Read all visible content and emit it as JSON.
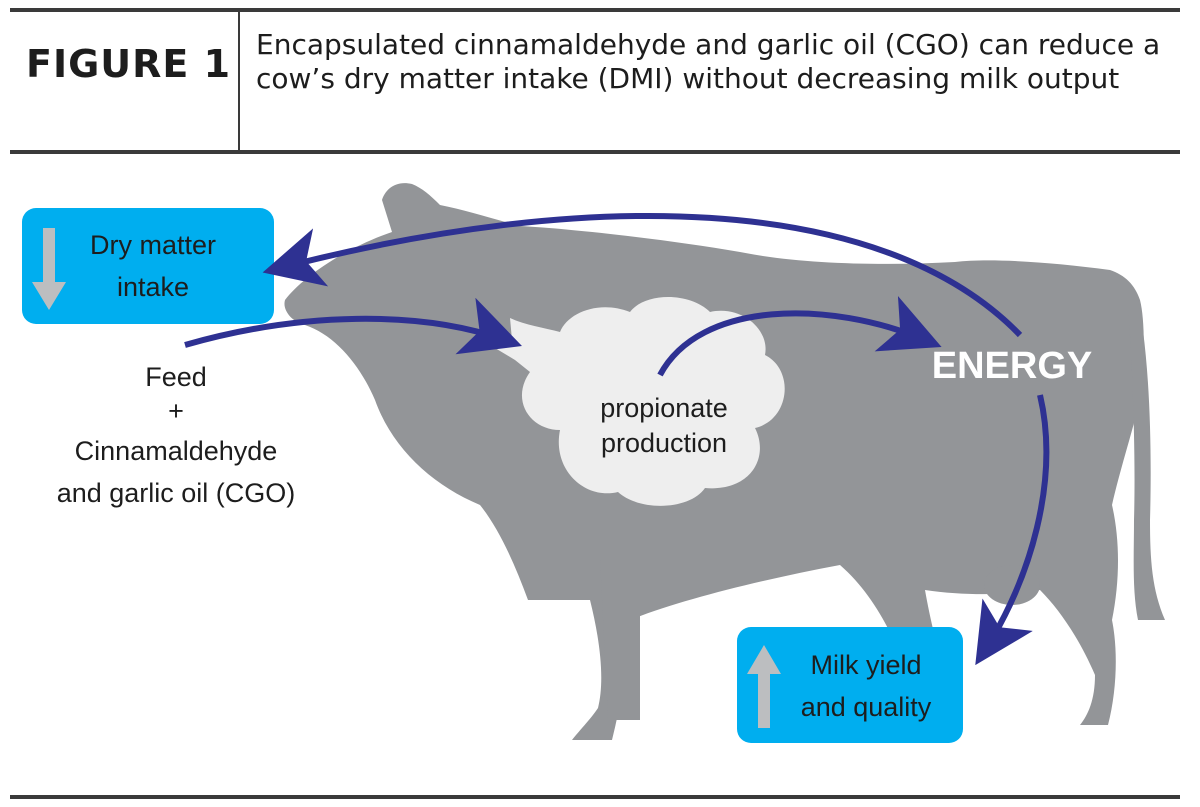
{
  "header": {
    "figure_label": "FIGURE 1",
    "caption": "Encapsulated cinnamaldehyde and garlic oil (CGO) can reduce a cow’s dry matter intake (DMI) without decreasing milk output"
  },
  "diagram": {
    "dmi_box": {
      "line1": "Dry matter",
      "line2": "intake",
      "arrow": "down-arrow-icon"
    },
    "milk_box": {
      "line1": "Milk yield",
      "line2": "and quality",
      "arrow": "up-arrow-icon"
    },
    "feed": {
      "line1": "Feed",
      "line2": "+",
      "line3": "Cinnamaldehyde",
      "line4": "and garlic oil (CGO)"
    },
    "rumen": {
      "line1": "propionate",
      "line2": "production"
    },
    "energy_label": "ENERGY"
  },
  "colors": {
    "cow": "#939598",
    "rumen": "#eeeeee",
    "box": "#00aeef",
    "arrow": "#2e3192",
    "box_arrow": "#bcbec0",
    "text": "#1d1d1d"
  }
}
